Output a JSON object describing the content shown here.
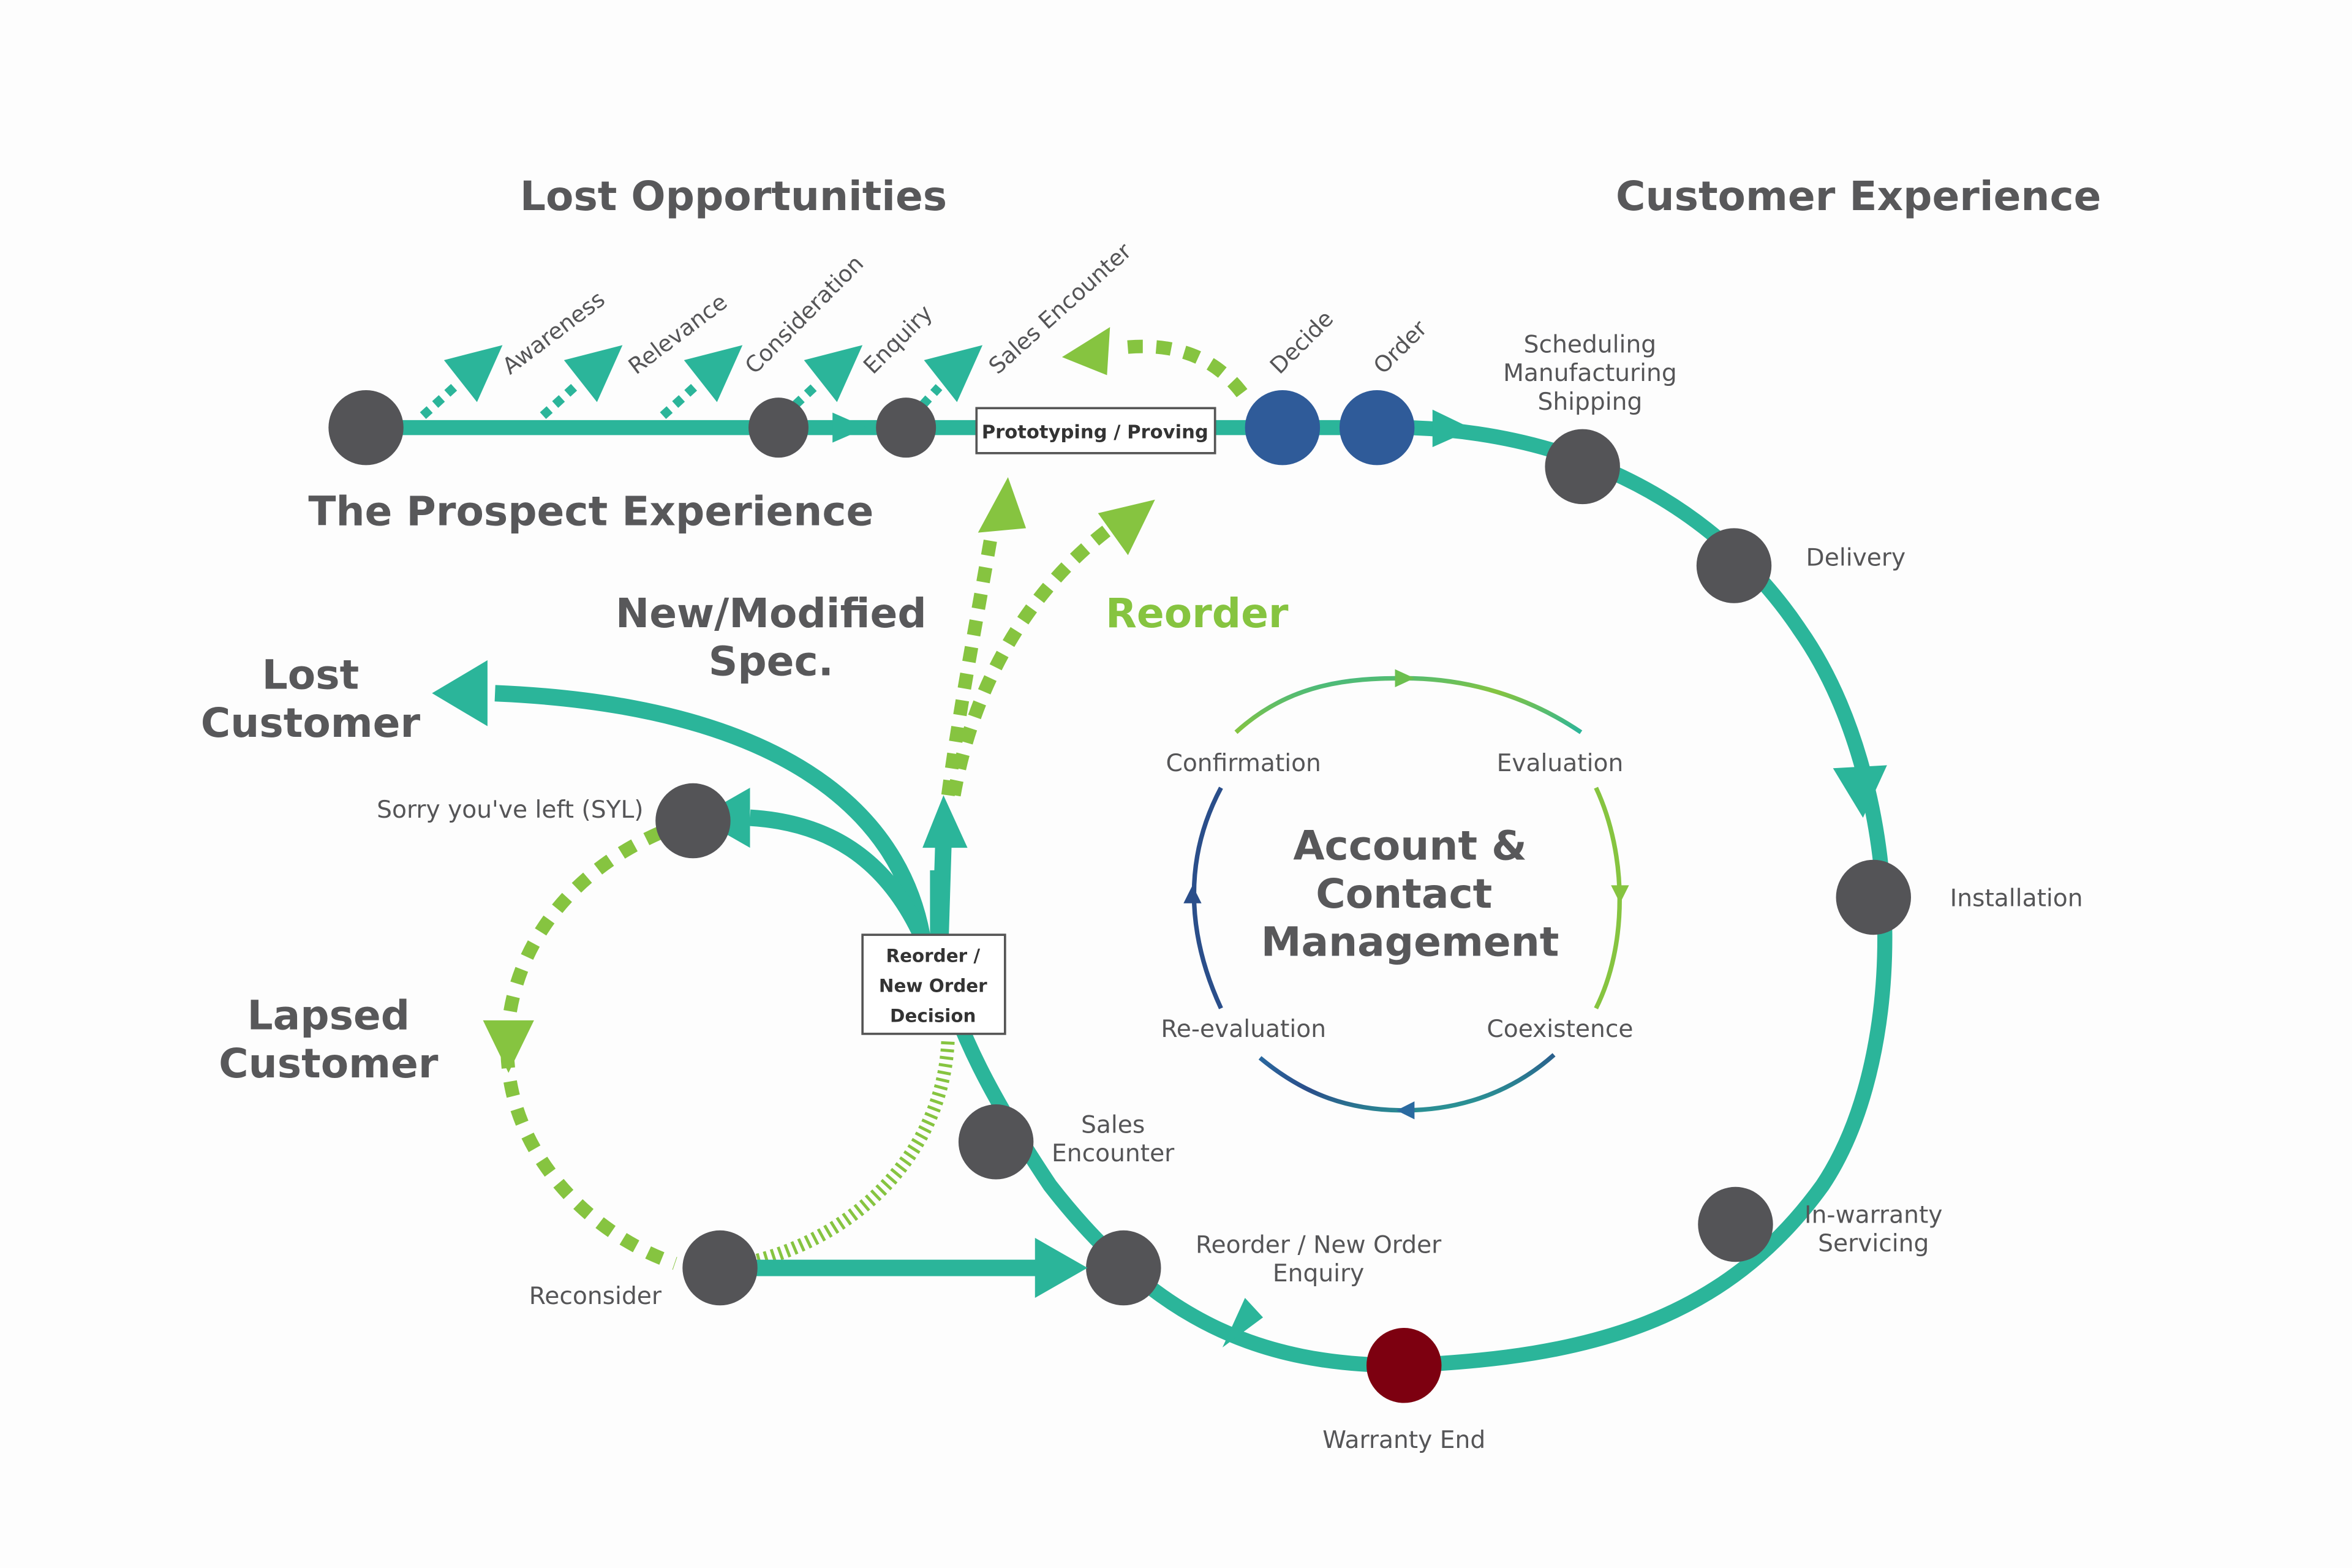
{
  "colors": {
    "teal": "#2bb59a",
    "light_green": "#86c440",
    "node_gray": "#545457",
    "node_blue": "#2f5b99",
    "node_red": "#7d0010",
    "text": "#58585a",
    "dark_blue": "#2a4e8a"
  },
  "headings": {
    "lost_opportunities": "Lost Opportunities",
    "customer_experience": "Customer Experience",
    "prospect_experience": "The Prospect Experience",
    "new_modified_spec_1": "New/Modified",
    "new_modified_spec_2": "Spec.",
    "reorder": "Reorder",
    "lost_customer_1": "Lost",
    "lost_customer_2": "Customer",
    "lapsed_customer_1": "Lapsed",
    "lapsed_customer_2": "Customer"
  },
  "lost_opportunity_stages": [
    "Awareness",
    "Relevance",
    "Consideration",
    "Enquiry",
    "Sales Encounter"
  ],
  "prospect_line": {
    "box": "Prototyping / Proving",
    "decide": "Decide",
    "order": "Order"
  },
  "customer_nodes": {
    "scheduling": [
      "Scheduling",
      "Manufacturing",
      "Shipping"
    ],
    "delivery": "Delivery",
    "installation": "Installation",
    "in_warranty": [
      "In-warranty",
      "Servicing"
    ],
    "warranty_end": "Warranty End",
    "reorder_enquiry": [
      "Reorder / New Order",
      "Enquiry"
    ],
    "sales_encounter": [
      "Sales",
      "Encounter"
    ]
  },
  "decision_box": [
    "Reorder /",
    "New Order",
    "Decision"
  ],
  "left_nodes": {
    "syl": "Sorry you've left (SYL)",
    "reconsider": "Reconsider"
  },
  "account_cycle": {
    "title": [
      "Account &",
      "Contact",
      "Management"
    ],
    "stages": {
      "confirmation": "Confirmation",
      "evaluation": "Evaluation",
      "coexistence": "Coexistence",
      "re_evaluation": "Re-evaluation"
    }
  }
}
